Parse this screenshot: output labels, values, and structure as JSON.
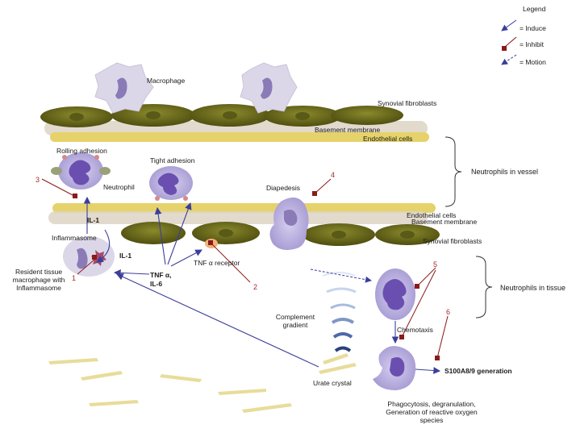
{
  "legend": {
    "title": "Legend",
    "items": [
      {
        "label": "= Induce",
        "icon": "induce-arrow-icon"
      },
      {
        "label": "= Inhibit",
        "icon": "inhibit-square-icon"
      },
      {
        "label": "= Motion",
        "icon": "motion-dashed-arrow-icon"
      }
    ]
  },
  "labels": {
    "macrophage": "Macrophage",
    "synovial_fibroblasts_top": "Synovial fibroblasts",
    "basement_membrane_top": "Basement membrane",
    "endothelial_cells_top": "Endothelial cells",
    "rolling_adhesion": "Rolling adhesion",
    "tight_adhesion": "Tight adhesion",
    "neutrophil": "Neutrophil",
    "diapedesis": "Diapedesis",
    "neutrophils_in_vessel": "Neutrophils in vessel",
    "endothelial_cells_bottom": "Endothelial cells",
    "basement_membrane_bottom": "Basement membrane",
    "synovial_fibroblasts_bottom": "Synovial fibroblasts",
    "il1_upper": "IL-1",
    "inflammasome": "Inflammasome",
    "il1_right": "IL-1",
    "tnf_il6_line1": "TNF α,",
    "tnf_il6_line2": "IL-6",
    "tnf_receptor": "TNF α receptor",
    "resident_line1": "Resident tissue",
    "resident_line2": "macrophage with",
    "resident_line3": "Inflammasome",
    "neutrophils_in_tissue": "Neutrophils in tissue",
    "complement_line1": "Complement",
    "complement_line2": "gradient",
    "chemotaxis": "Chemotaxis",
    "urate_crystal": "Urate crystal",
    "s100": "S100A8/9 generation",
    "phago_line1": "Phagocytosis, degranulation,",
    "phago_line2": "Generation of reactive oxygen",
    "phago_line3": "species"
  },
  "inhibit_numbers": [
    "1",
    "2",
    "3",
    "4",
    "5",
    "6"
  ],
  "colors": {
    "induce": "#3b3f9a",
    "inhibit": "#8b1a1a",
    "fibroblast": "#6b6a1c",
    "endothelial": "#e6d26a",
    "basement": "#d9cfc0",
    "neutrophil_body": "#b9b0dc",
    "neutrophil_nucleus": "#6a4fb0",
    "macrophage_body": "#d8d3e6",
    "macrophage_nucleus": "#8a7ab6",
    "crystal": "#e8dc9a"
  }
}
